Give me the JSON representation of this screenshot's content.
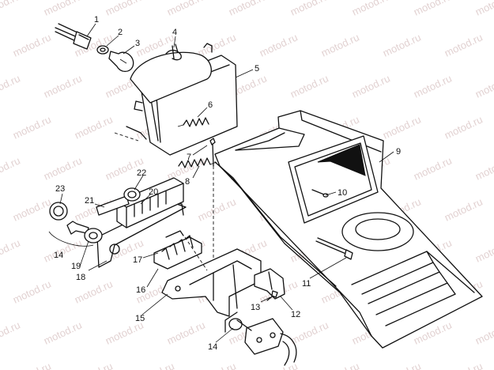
{
  "watermark": "motod.ru",
  "callouts": {
    "c1": "1",
    "c2": "2",
    "c3": "3",
    "c4": "4",
    "c5": "5",
    "c6": "6",
    "c7": "7",
    "c8": "8",
    "c9": "9",
    "c10": "10",
    "c11": "11",
    "c12": "12",
    "c13": "13",
    "c14a": "14",
    "c14b": "14",
    "c15": "15",
    "c16": "16",
    "c17": "17",
    "c18": "18",
    "c19": "19",
    "c20": "20",
    "c21": "21",
    "c22": "22",
    "c23": "23"
  },
  "colors": {
    "line": "#111111",
    "background": "#ffffff",
    "watermark": "#e2d2d2"
  }
}
